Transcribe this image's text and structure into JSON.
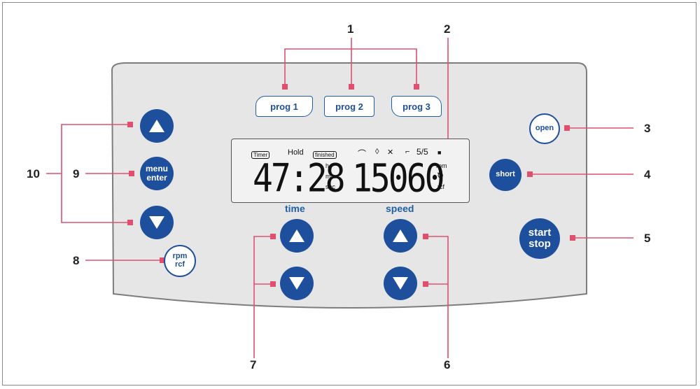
{
  "callouts": {
    "c1": "1",
    "c2": "2",
    "c3": "3",
    "c4": "4",
    "c5": "5",
    "c6": "6",
    "c7": "7",
    "c8": "8",
    "c9": "9",
    "c10": "10"
  },
  "program_buttons": [
    "prog 1",
    "prog 2",
    "prog 3"
  ],
  "right_buttons": {
    "open": "open",
    "short": "short",
    "start_line1": "start",
    "start_line2": "stop"
  },
  "left_buttons": {
    "menu_line1": "menu",
    "menu_line2": "enter",
    "rpm_line1": "rpm",
    "rpm_line2": "rcf"
  },
  "section_labels": {
    "time": "time",
    "speed": "speed"
  },
  "display": {
    "timer_tag": "Timer",
    "hold_tag": "Hold",
    "finished_tag": "finished",
    "time_value": "47:28",
    "time_unit_h": "h",
    "time_unit_min": "min",
    "time_unit_sec": "sec",
    "speed_value": "15060",
    "speed_unit_rpm": "rpm",
    "speed_unit_rcf": "rcf",
    "rotor_count": "5/5"
  },
  "colors": {
    "panel": "#e6e6e6",
    "panel_border": "#7d7d7d",
    "button_blue": "#1d4f9c",
    "label_blue": "#1f5fa8",
    "leader_red": "#e0506e"
  },
  "icons": [
    "arrow-up-icon",
    "arrow-down-icon",
    "lock-icon",
    "key-icon",
    "mute-icon",
    "rotor-icon",
    "refresh-icon"
  ]
}
